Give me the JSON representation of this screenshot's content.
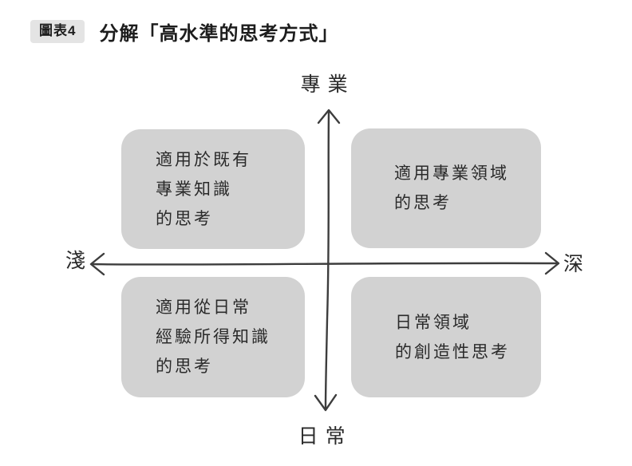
{
  "header": {
    "badge": "圖表4",
    "title": "分解「高水準的思考方式」"
  },
  "axes": {
    "top": "專業",
    "bottom": "日常",
    "left": "淺",
    "right": "深"
  },
  "quadrants": {
    "top_left": {
      "lines": [
        "適用於既有",
        "專業知識",
        "的思考"
      ]
    },
    "top_right": {
      "lines": [
        "適用專業領域",
        "的思考"
      ]
    },
    "bottom_left": {
      "lines": [
        "適用從日常",
        "經驗所得知識",
        "的思考"
      ]
    },
    "bottom_right": {
      "lines": [
        "日常領域",
        "的創造性思考"
      ]
    }
  },
  "colors": {
    "box_fill": "#d2d2d2",
    "badge_bg": "#e4e4e4",
    "axis_color": "#3d3d3d",
    "text_color": "#2a2a2a",
    "title_color": "#1d1d1d"
  }
}
